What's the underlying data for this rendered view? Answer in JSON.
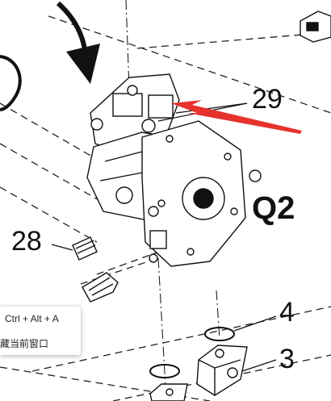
{
  "callouts": {
    "part_29": "29",
    "part_q2": "Q2",
    "part_28": "28",
    "part_4": "4",
    "part_3": "3"
  },
  "tooltip": {
    "shortcut": "Ctrl + Alt + A",
    "action": "藏当前窗口"
  },
  "colors": {
    "line": "#111111",
    "arrow": "#e5322d",
    "paper": "#ffffff"
  }
}
